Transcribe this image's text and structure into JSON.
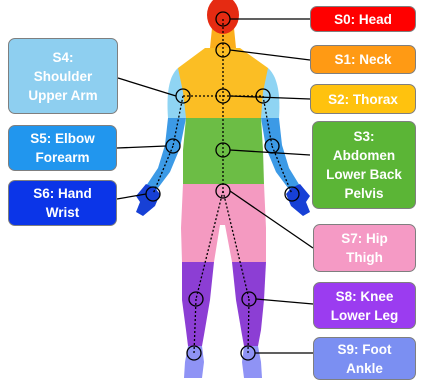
{
  "colors": {
    "head": "#e52b12",
    "neck": "#fbae1b",
    "thorax": "#fbbe24",
    "abdomen": "#6cbd45",
    "hip": "#f49ac1",
    "leg": "#8c3ed4",
    "foot": "#8f93f5",
    "upper_arm": "#8fd4f3",
    "forearm": "#3c9ae6",
    "hand": "#1740d6"
  },
  "segments": [
    {
      "id": "s0",
      "lines": [
        "S0: Head"
      ],
      "color": "#ff0000"
    },
    {
      "id": "s1",
      "lines": [
        "S1: Neck"
      ],
      "color": "#ff9a14"
    },
    {
      "id": "s2",
      "lines": [
        "S2: Thorax"
      ],
      "color": "#ffc20e"
    },
    {
      "id": "s3",
      "lines": [
        "S3:",
        "Abdomen",
        "Lower Back",
        "Pelvis"
      ],
      "color": "#5bb536"
    },
    {
      "id": "s4",
      "lines": [
        "S4:",
        "Shoulder",
        "Upper Arm"
      ],
      "color": "#8ecff0"
    },
    {
      "id": "s5",
      "lines": [
        "S5: Elbow",
        "Forearm"
      ],
      "color": "#2196ee"
    },
    {
      "id": "s6",
      "lines": [
        "S6: Hand",
        "Wrist"
      ],
      "color": "#0b35e8"
    },
    {
      "id": "s7",
      "lines": [
        "S7: Hip",
        "Thigh"
      ],
      "color": "#f59ac5"
    },
    {
      "id": "s8",
      "lines": [
        "S8: Knee",
        "Lower Leg"
      ],
      "color": "#9b3cf0"
    },
    {
      "id": "s9",
      "lines": [
        "S9: Foot",
        "Ankle"
      ],
      "color": "#7b8ff2"
    }
  ]
}
